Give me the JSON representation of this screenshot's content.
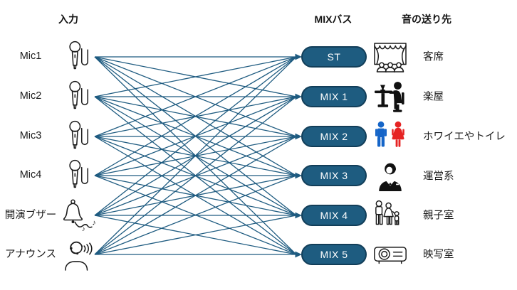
{
  "headers": {
    "inputs": "入力",
    "buses": "MIXバス",
    "destinations": "音の送り先"
  },
  "inputs": [
    {
      "label": "Mic1",
      "icon": "microphone-icon"
    },
    {
      "label": "Mic2",
      "icon": "microphone-icon"
    },
    {
      "label": "Mic3",
      "icon": "microphone-icon"
    },
    {
      "label": "Mic4",
      "icon": "microphone-icon"
    },
    {
      "label": "開演ブザー",
      "icon": "buzzer-bell-icon"
    },
    {
      "label": "アナウンス",
      "icon": "announcer-headset-icon"
    }
  ],
  "buses": [
    {
      "label": "ST"
    },
    {
      "label": "MIX 1"
    },
    {
      "label": "MIX 2"
    },
    {
      "label": "MIX 3"
    },
    {
      "label": "MIX 4"
    },
    {
      "label": "MIX 5"
    }
  ],
  "destinations": [
    {
      "label": "客席",
      "icon": "theater-stage-icon"
    },
    {
      "label": "楽屋",
      "icon": "dressing-room-icon"
    },
    {
      "label": "ホワイエやトイレ",
      "icon": "restroom-man-woman-icon"
    },
    {
      "label": "運営系",
      "icon": "staff-suit-icon"
    },
    {
      "label": "親子室",
      "icon": "family-icon"
    },
    {
      "label": "映写室",
      "icon": "projector-icon"
    }
  ],
  "connections": {
    "type": "all-to-all",
    "from": "inputs",
    "to": "buses"
  },
  "colors": {
    "line": "#1e5b80",
    "bus_fill": "#1e5c80",
    "bus_border": "#123e59",
    "bus_text": "#ffffff",
    "restroom_male": "#1565c8",
    "restroom_female": "#e62424",
    "text": "#1a1a1a"
  }
}
